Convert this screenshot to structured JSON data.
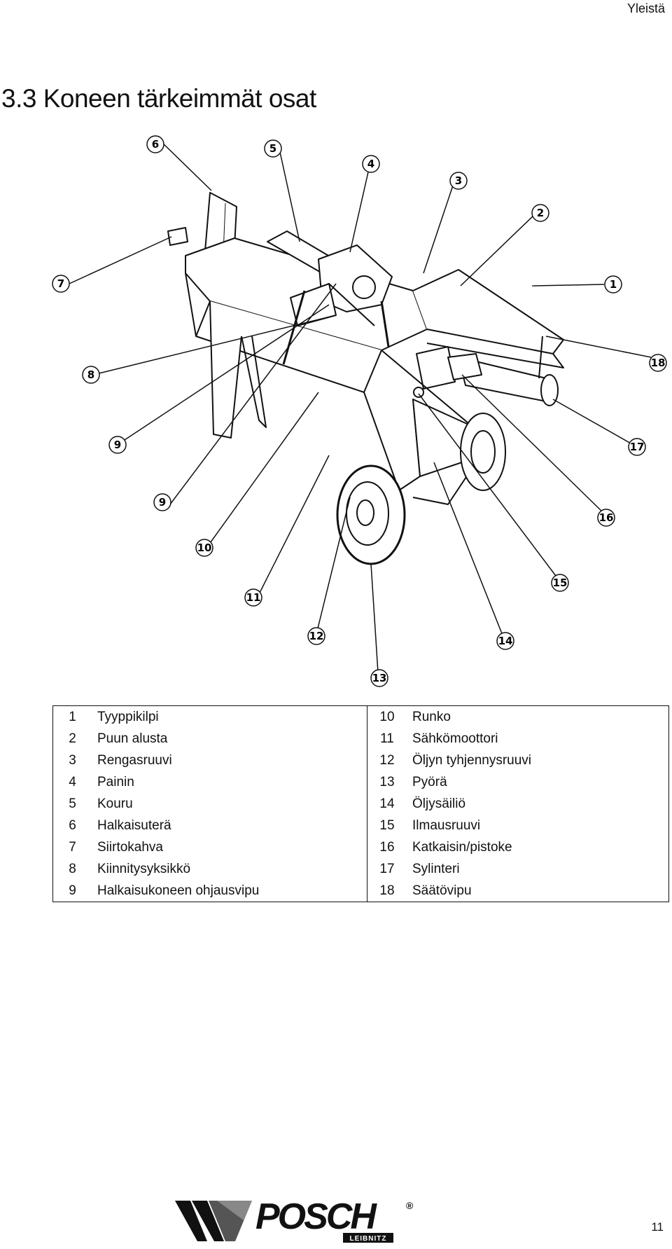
{
  "header": {
    "section": "Yleistä"
  },
  "title": "3.3 Koneen tärkeimmät osat",
  "callouts": [
    "1",
    "2",
    "3",
    "4",
    "5",
    "6",
    "7",
    "8",
    "9",
    "9",
    "10",
    "11",
    "12",
    "13",
    "14",
    "15",
    "16",
    "17",
    "18"
  ],
  "parts_table": {
    "rows": [
      {
        "left_num": "1",
        "left_name": "Tyyppikilpi",
        "right_num": "10",
        "right_name": "Runko"
      },
      {
        "left_num": "2",
        "left_name": "Puun alusta",
        "right_num": "11",
        "right_name": "Sähkömoottori"
      },
      {
        "left_num": "3",
        "left_name": "Rengasruuvi",
        "right_num": "12",
        "right_name": "Öljyn tyhjennysruuvi"
      },
      {
        "left_num": "4",
        "left_name": "Painin",
        "right_num": "13",
        "right_name": "Pyörä"
      },
      {
        "left_num": "5",
        "left_name": "Kouru",
        "right_num": "14",
        "right_name": "Öljysäiliö"
      },
      {
        "left_num": "6",
        "left_name": "Halkaisuterä",
        "right_num": "15",
        "right_name": "Ilmausruuvi"
      },
      {
        "left_num": "7",
        "left_name": "Siirtokahva",
        "right_num": "16",
        "right_name": "Katkaisin/pistoke"
      },
      {
        "left_num": "8",
        "left_name": "Kiinnitysyksikkö",
        "right_num": "17",
        "right_name": "Sylinteri"
      },
      {
        "left_num": "9",
        "left_name": "Halkaisukoneen ohjausvipu",
        "right_num": "18",
        "right_name": "Säätövipu"
      }
    ]
  },
  "footer": {
    "brand": "POSCH",
    "brand_sub": "LEIBNITZ",
    "registered": "®",
    "page_number": "11"
  }
}
